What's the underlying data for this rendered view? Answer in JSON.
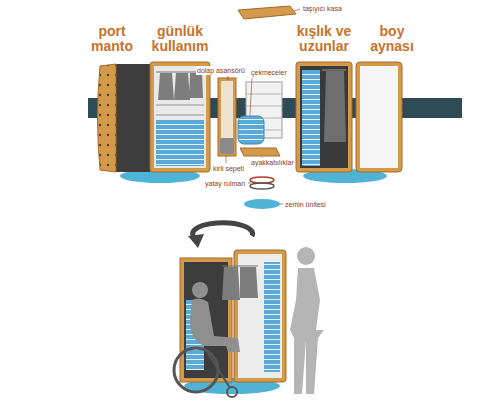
{
  "diagram": {
    "labels": [
      "port manto",
      "günlük kullanım",
      "taşıyıcı kasa",
      "dolap asansörü",
      "çekmeceler",
      "kışlık ve uzunlar",
      "boy aynası",
      "ayakkabılıklar",
      "kirli sepeti",
      "yatay rulman",
      "zemin ünitesi"
    ]
  }
}
